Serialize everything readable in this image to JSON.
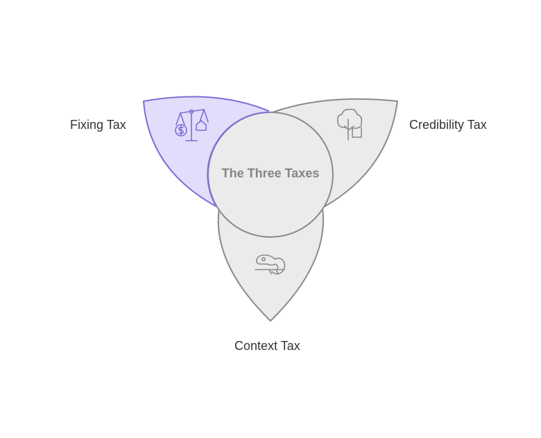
{
  "diagram": {
    "center_title": "The Three Taxes",
    "petals": [
      {
        "label": "Fixing Tax",
        "icon": "balance-scale-icon",
        "highlighted": true
      },
      {
        "label": "Credibility Tax",
        "icon": "tree-icon",
        "highlighted": false
      },
      {
        "label": "Context Tax",
        "icon": "chameleon-icon",
        "highlighted": false
      }
    ]
  },
  "colors": {
    "highlight_fill": "#E3DDFB",
    "highlight_stroke": "#7B6ED6",
    "neutral_fill": "#EBEBEB",
    "neutral_stroke": "#8A8A8A",
    "label_text": "#333333",
    "center_text": "#858585"
  }
}
